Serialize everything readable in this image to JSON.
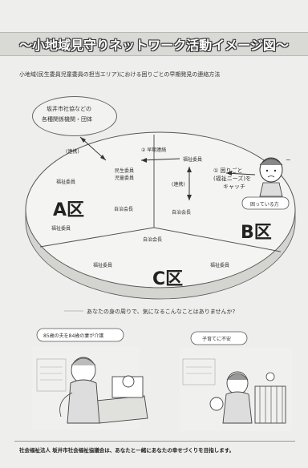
{
  "header": {
    "title": "〜小地域見守りネットワーク活動イメージ図〜",
    "subtitle": "小地域(民生委員児童委員の担当エリア)における困りごとの早期発見の連絡方法"
  },
  "bubble": {
    "line1": "坂井市社協などの",
    "line2": "各種関係機関・団体"
  },
  "labels": {
    "renkei_left": "(連携)",
    "renkei_mid": "(連携)",
    "soki_renraku": "② 早期連絡",
    "fukushi_top": "福祉委員",
    "fukushi_a1": "福祉委員",
    "fukushi_a2": "福祉委員",
    "minsei1": "民生委員",
    "minsei2": "児童委員",
    "jichi_a": "自治会長",
    "jichi_mid": "自治会長",
    "jichi_c": "自治会長",
    "komari1": "① 困りごと",
    "komari2": "(福祉ニーズ)を",
    "komari3": "キャッチ",
    "komatte": "困っている方",
    "fukushi_c1": "福祉委員",
    "fukushi_c2": "福祉委員"
  },
  "areas": {
    "a": "A区",
    "b": "B区",
    "c": "C区"
  },
  "question": "あなたの身の周りで、気になるこんなことはありませんか?",
  "examples": [
    {
      "title": "85歳の夫を84歳の妻が介護"
    },
    {
      "title": "子育てに不安"
    }
  ],
  "footer": "社会福祉法人 坂井市社会福祉協議会は、あなたと一緒にあなたの幸せづくりを目指します。"
}
